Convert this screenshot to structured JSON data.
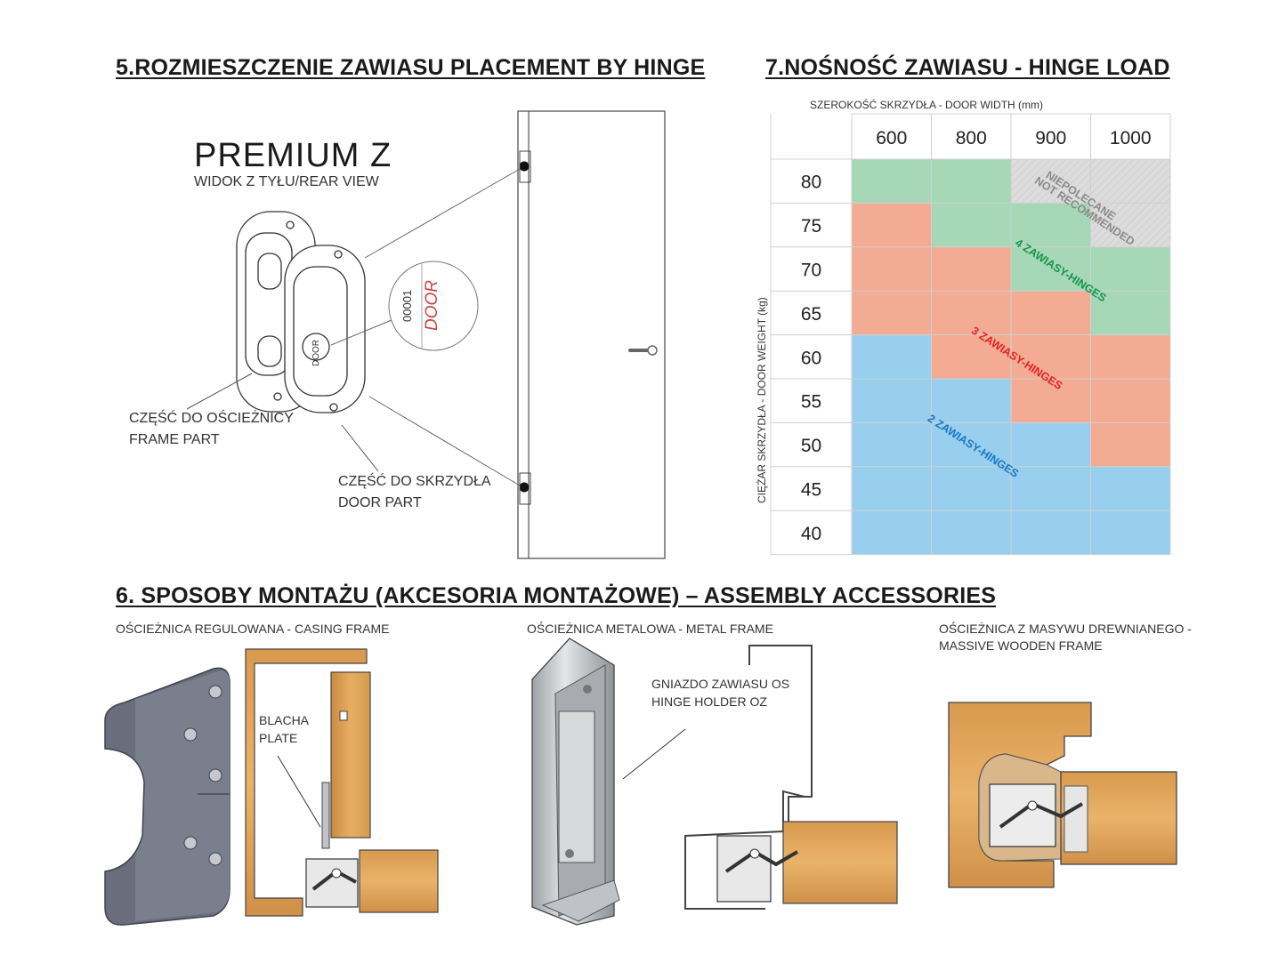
{
  "headings": {
    "placement": "5.ROZMIESZCZENIE ZAWIASU  PLACEMENT BY HINGE",
    "load": "7.NOŚNOŚĆ ZAWIASU - HINGE LOAD",
    "assembly": "6. SPOSOBY MONTAŻU (AKCESORIA MONTAŻOWE) – ASSEMBLY ACCESSORIES"
  },
  "placement": {
    "product": "PREMIUM Z",
    "view": "WIDOK Z TYŁU/REAR VIEW",
    "frame_part": [
      "CZĘŚĆ DO OŚCIEŻNICY",
      "FRAME PART"
    ],
    "door_part": [
      "CZĘŚĆ DO SKRZYDŁA",
      "DOOR PART"
    ],
    "hinge_marks": [
      "00001",
      "DOOR"
    ]
  },
  "chart_data": {
    "type": "table",
    "title": "SZEROKOŚĆ SKRZYDŁA - DOOR WIDTH (mm)",
    "ylabel": "CIĘŻAR SKRZYDŁA - DOOR WEIGHT (kg)",
    "columns": [
      "600",
      "800",
      "900",
      "1000"
    ],
    "rows": [
      "80",
      "75",
      "70",
      "65",
      "60",
      "55",
      "50",
      "45",
      "40"
    ],
    "cells": [
      [
        "4",
        "4",
        "NR",
        "NR"
      ],
      [
        "3",
        "4",
        "4",
        "NR"
      ],
      [
        "3",
        "3",
        "4",
        "4"
      ],
      [
        "3",
        "3",
        "3",
        "4"
      ],
      [
        "2",
        "3",
        "3",
        "3"
      ],
      [
        "2",
        "2",
        "3",
        "3"
      ],
      [
        "2",
        "2",
        "2",
        "3"
      ],
      [
        "2",
        "2",
        "2",
        "2"
      ],
      [
        "2",
        "2",
        "2",
        "2"
      ]
    ],
    "zones": {
      "2": {
        "label": "2 ZAWIASY-HINGES",
        "color": "#99cfee",
        "text_color": "#1a78c2"
      },
      "3": {
        "label": "3 ZAWIASY-HINGES",
        "color": "#f3ab93",
        "text_color": "#e02424"
      },
      "4": {
        "label": "4 ZAWIASY-HINGES",
        "color": "#a6d8b8",
        "text_color": "#16944a"
      },
      "NR": {
        "label": "NIEPOLECANE",
        "label2": "NOT RECOMMENDED",
        "color": "#dcdcdc",
        "text_color": "#8a8a8a"
      }
    }
  },
  "assembly": {
    "casing": {
      "title": "OŚCIEŻNICA REGULOWANA - CASING FRAME",
      "plate": [
        "BLACHA",
        "PLATE"
      ]
    },
    "metal": {
      "title": "OŚCIEŻNICA METALOWA - METAL FRAME",
      "holder": [
        "GNIAZDO ZAWIASU OS",
        "HINGE HOLDER OZ"
      ]
    },
    "wooden": {
      "title": [
        "OŚCIEŻNICA Z MASYWU DREWNIANEGO -",
        "MASSIVE WOODEN FRAME"
      ]
    }
  },
  "colors": {
    "wood": "#e0a45a",
    "wood_dark": "#b87a3a",
    "plate": "#6a6e7c",
    "metal": "#c9cccf"
  }
}
